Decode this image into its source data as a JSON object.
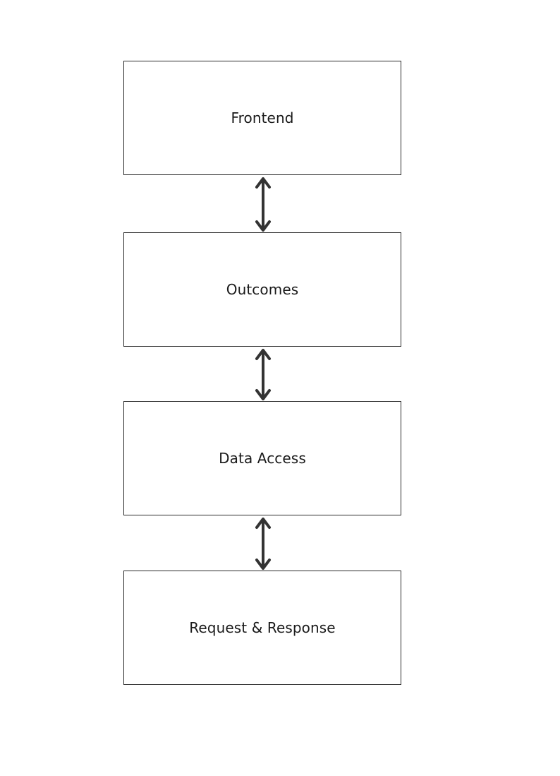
{
  "diagram": {
    "type": "layered-architecture",
    "line_color": "#333333",
    "border_color": "#2b2b2b",
    "layers": [
      {
        "id": "frontend",
        "label": "Frontend"
      },
      {
        "id": "outcomes",
        "label": "Outcomes"
      },
      {
        "id": "data-access",
        "label": "Data Access"
      },
      {
        "id": "request-response",
        "label": "Request & Response"
      }
    ],
    "connections": [
      {
        "from": "frontend",
        "to": "outcomes",
        "direction": "bidirectional"
      },
      {
        "from": "outcomes",
        "to": "data-access",
        "direction": "bidirectional"
      },
      {
        "from": "data-access",
        "to": "request-response",
        "direction": "bidirectional"
      }
    ]
  }
}
